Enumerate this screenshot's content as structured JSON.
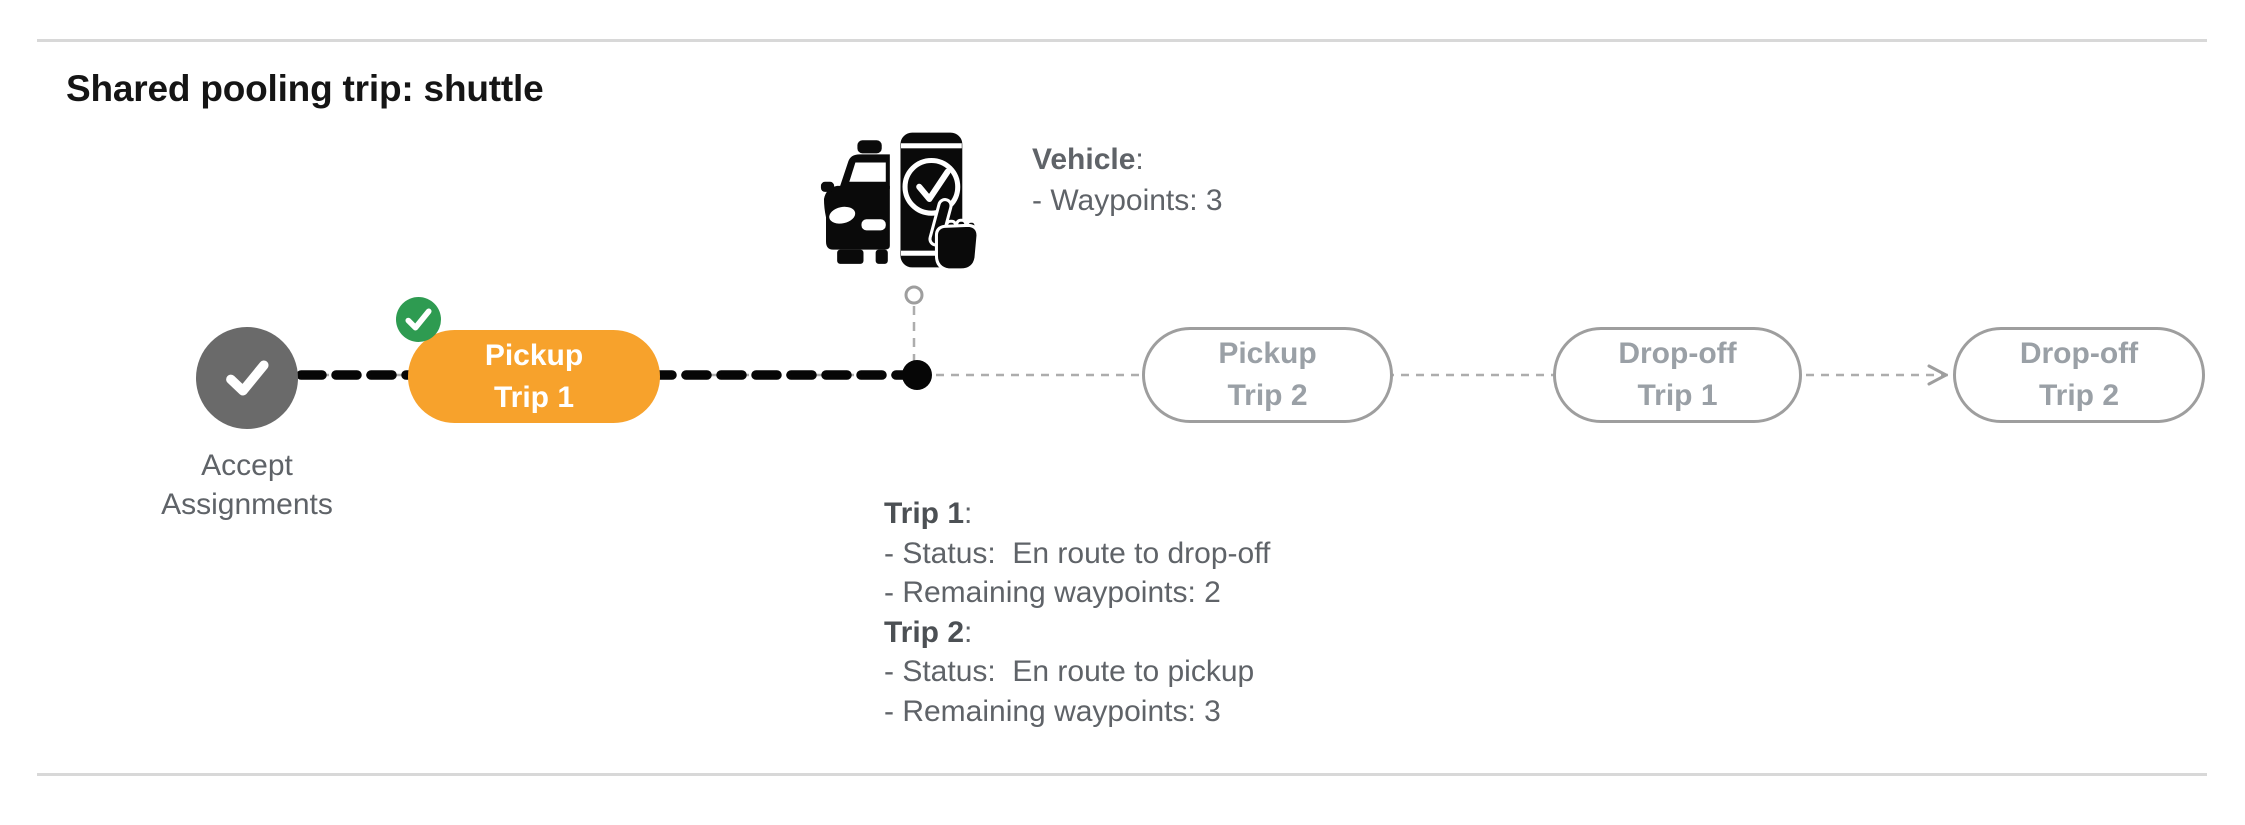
{
  "header": {
    "title": "Shared pooling trip: shuttle"
  },
  "colors": {
    "active_stop": "#F7A22C",
    "completed_badge": "#2E9B51",
    "start_node": "#6A6A6A",
    "upcoming_border": "#9E9E9E",
    "upcoming_text": "#9AA0A6",
    "text_gray": "#5F6368",
    "timeline_traveled": "#0A0A0A",
    "timeline_pending": "#ADADAD"
  },
  "timeline": {
    "start": {
      "line1": "Accept",
      "line2": "Assignments"
    },
    "stops": [
      {
        "line1": "Pickup",
        "line2": "Trip 1",
        "state": "current-completed-pickup"
      },
      {
        "line1": "Pickup",
        "line2": "Trip 2",
        "state": "upcoming"
      },
      {
        "line1": "Drop-off",
        "line2": "Trip 1",
        "state": "upcoming"
      },
      {
        "line1": "Drop-off",
        "line2": "Trip 2",
        "state": "upcoming"
      }
    ]
  },
  "vehicle_info": {
    "label": "Vehicle",
    "label_suffix": ":",
    "waypoints_line": "- Waypoints: 3"
  },
  "trip_info": [
    {
      "label": "Trip 1",
      "label_suffix": ":",
      "status_line": "- Status:  En route to drop-off",
      "waypoints_line": "- Remaining waypoints: 2"
    },
    {
      "label": "Trip 2",
      "label_suffix": ":",
      "status_line": "- Status:  En route to pickup",
      "waypoints_line": "- Remaining waypoints: 3"
    }
  ]
}
